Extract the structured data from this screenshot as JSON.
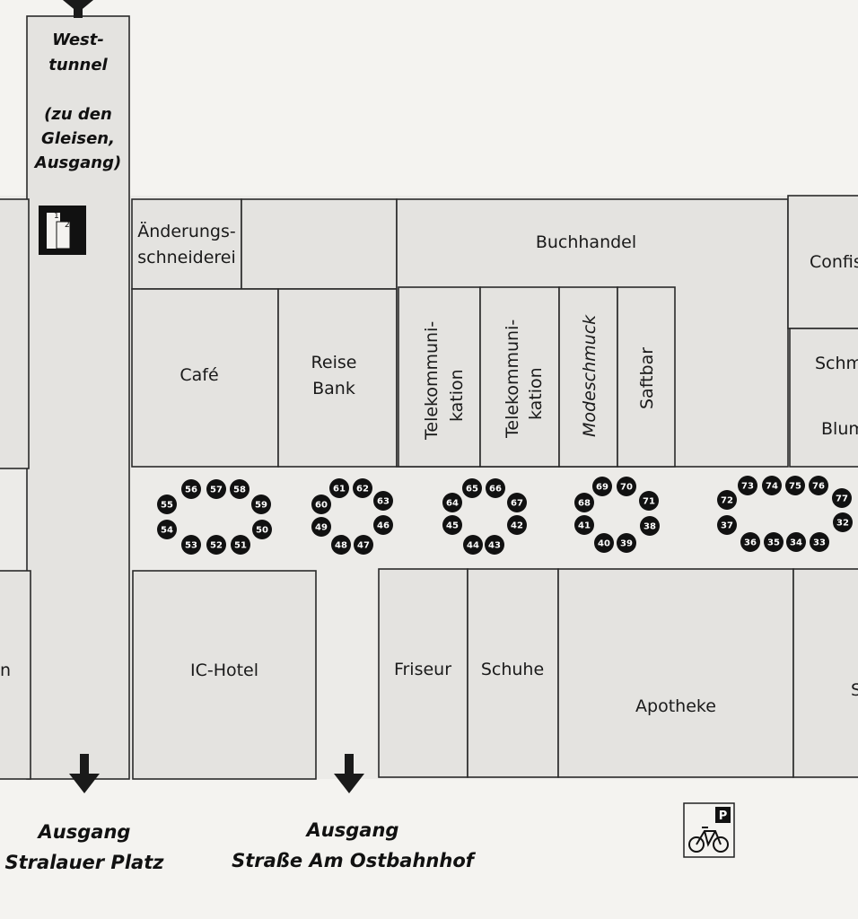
{
  "west_tunnel": {
    "title_line1": "West-",
    "title_line2": "tunnel",
    "sub_line1": "(zu den",
    "sub_line2": "Gleisen,",
    "sub_line3": "Ausgang)",
    "stairs_icon_name": "stairs-level-icon",
    "stairs_label_1": "1",
    "stairs_label_2": "2"
  },
  "shops_north": {
    "aenderung_line1": "Änderungs-",
    "aenderung_line2": "schneiderei",
    "cafe": "Café",
    "reise_line1": "Reise",
    "reise_line2": "Bank",
    "buchhandel": "Buchhandel",
    "telekom1_line1": "Telekommuni-",
    "telekom1_line2": "kation",
    "telekom2_line1": "Telekommuni-",
    "telekom2_line2": "kation",
    "modeschmuck": "Modeschmuck",
    "saftbar": "Saftbar",
    "confis_partial": "Confis",
    "schm_partial": "Schm",
    "blum_partial": "Blum"
  },
  "shops_south": {
    "left_partial": "n",
    "ic_hotel": "IC-Hotel",
    "friseur": "Friseur",
    "schuhe": "Schuhe",
    "apotheke": "Apotheke",
    "right_partial": "S"
  },
  "lockers": [
    {
      "id": "group-1",
      "numbers": [
        "56",
        "57",
        "58",
        "59",
        "50",
        "51",
        "52",
        "53",
        "54",
        "55"
      ]
    },
    {
      "id": "group-2",
      "numbers": [
        "61",
        "62",
        "63",
        "46",
        "47",
        "48",
        "49",
        "60"
      ]
    },
    {
      "id": "group-3",
      "numbers": [
        "65",
        "66",
        "67",
        "42",
        "43",
        "44",
        "45",
        "64"
      ]
    },
    {
      "id": "group-4",
      "numbers": [
        "69",
        "70",
        "71",
        "38",
        "39",
        "40",
        "41",
        "68"
      ]
    },
    {
      "id": "group-5",
      "numbers": [
        "73",
        "74",
        "75",
        "76",
        "77",
        "32",
        "33",
        "34",
        "35",
        "36",
        "37",
        "72"
      ]
    }
  ],
  "exits": {
    "exit1_line1": "Ausgang",
    "exit1_line2": "Stralauer Platz",
    "exit2_line1": "Ausgang",
    "exit2_line2": "Straße Am Ostbahnhof"
  },
  "bike_parking": {
    "icon_name": "bicycle-parking-icon",
    "letter": "P"
  },
  "colors": {
    "room_fill": "#e4e3e0",
    "outline": "#2a2a2a",
    "locker_fill": "#111111"
  }
}
